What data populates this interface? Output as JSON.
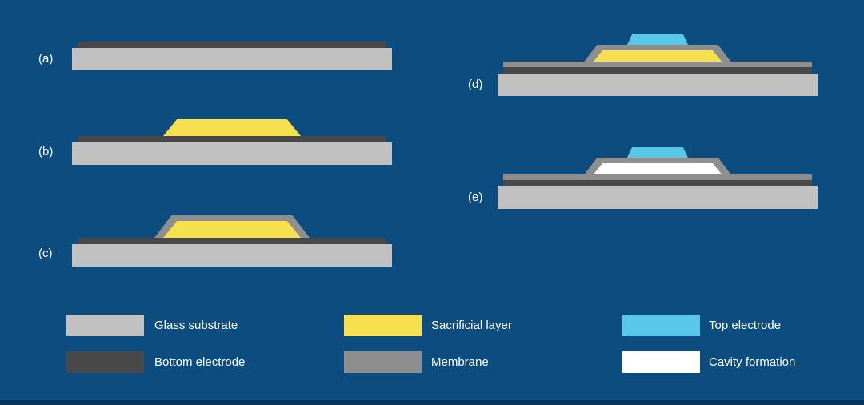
{
  "figure": {
    "panels": [
      {
        "id": "a",
        "label": "(a)"
      },
      {
        "id": "b",
        "label": "(b)"
      },
      {
        "id": "c",
        "label": "(c)"
      },
      {
        "id": "d",
        "label": "(d)"
      },
      {
        "id": "e",
        "label": "(e)"
      }
    ]
  },
  "colors": {
    "background": "#0d4c7e",
    "footer_band": "#093457",
    "glass_substrate": "#c1c1c1",
    "bottom_electrode": "#484848",
    "sacrificial_layer": "#f7e04d",
    "membrane": "#8e8e8e",
    "top_electrode": "#57c8e9",
    "cavity": "#ffffff",
    "text": "#ffffff"
  },
  "legend": {
    "items": [
      {
        "label": "Glass substrate",
        "color_key": "glass_substrate"
      },
      {
        "label": "Bottom electrode",
        "color_key": "bottom_electrode"
      },
      {
        "label": "Sacrificial layer",
        "color_key": "sacrificial_layer"
      },
      {
        "label": "Membrane",
        "color_key": "membrane"
      },
      {
        "label": "Top electrode",
        "color_key": "top_electrode"
      },
      {
        "label": "Cavity formation",
        "color_key": "cavity"
      }
    ]
  }
}
